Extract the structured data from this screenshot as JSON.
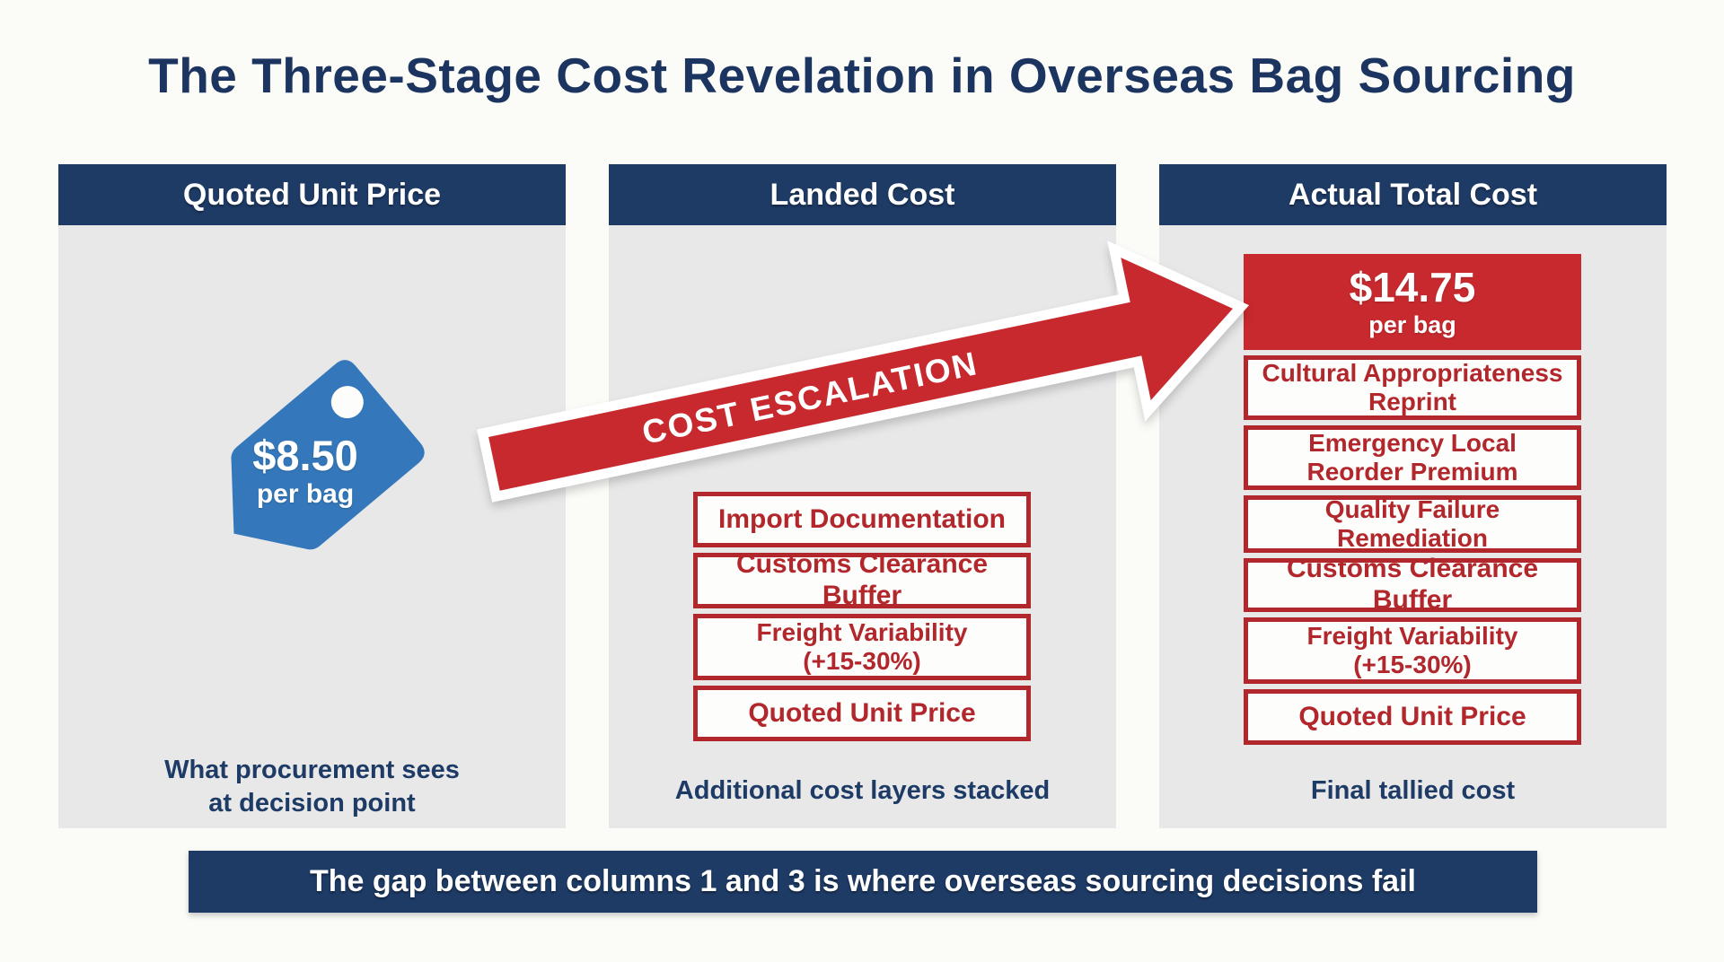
{
  "title": "The Three-Stage Cost Revelation in Overseas Bag Sourcing",
  "footer": "The gap between columns 1 and 3 is where overseas sourcing decisions fail",
  "arrow": {
    "label": "COST ESCALATION"
  },
  "colors": {
    "navy": "#1e3b66",
    "title_navy": "#1c3560",
    "red_fill": "#c8292e",
    "red_border": "#b2272c",
    "tag_blue": "#3478bb",
    "panel_gray": "#e8e8e9",
    "page_bg": "#fbfbf8"
  },
  "columns": [
    {
      "header": "Quoted Unit Price",
      "tag": {
        "price": "$8.50",
        "unit": "per bag"
      },
      "caption_lines": [
        "What procurement sees",
        "at decision point"
      ]
    },
    {
      "header": "Landed Cost",
      "boxes": [
        {
          "lines": [
            "Import Documentation"
          ]
        },
        {
          "lines": [
            "Customs Clearance Buffer"
          ]
        },
        {
          "lines": [
            "Freight Variability",
            "(+15-30%)"
          ]
        },
        {
          "lines": [
            "Quoted Unit Price"
          ]
        }
      ],
      "caption_lines": [
        "Additional cost layers stacked"
      ]
    },
    {
      "header": "Actual Total Cost",
      "total": {
        "price": "$14.75",
        "unit": "per bag"
      },
      "boxes": [
        {
          "lines": [
            "Cultural Appropriateness",
            "Reprint"
          ]
        },
        {
          "lines": [
            "Emergency Local",
            "Reorder Premium"
          ]
        },
        {
          "lines": [
            "Quality Failure",
            "Remediation"
          ]
        },
        {
          "lines": [
            "Customs Clearance Buffer"
          ]
        },
        {
          "lines": [
            "Freight Variability",
            "(+15-30%)"
          ]
        },
        {
          "lines": [
            "Quoted Unit Price"
          ]
        }
      ],
      "caption_lines": [
        "Final tallied cost"
      ]
    }
  ]
}
